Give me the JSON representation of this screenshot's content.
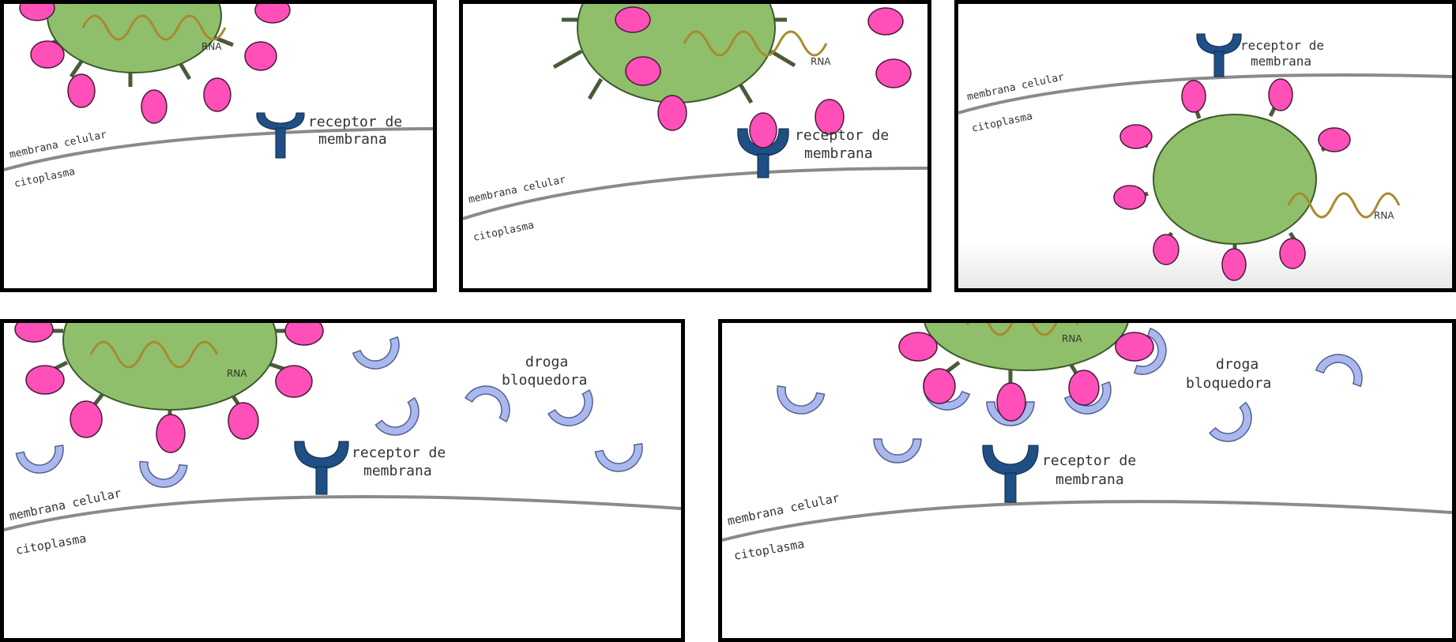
{
  "labels": {
    "receptor_line1": "receptor de",
    "receptor_line2": "membrana",
    "membrane": "membrana celular",
    "cytoplasm": "citoplasma",
    "rna": "RNA",
    "drug_line1": "droga",
    "drug_line2": "bloquedora"
  },
  "colors": {
    "virus_body": "#8fbf6a",
    "spike": "#ff4fb8",
    "receptor": "#1f4f84",
    "drug": "#a9b8ee",
    "rna": "#a88a30",
    "membrane": "#8a8a8a"
  },
  "panels": [
    {
      "id": "panel-1",
      "stage": "virus approaching receptor"
    },
    {
      "id": "panel-2",
      "stage": "virus binding receptor"
    },
    {
      "id": "panel-3",
      "stage": "virus inside cytoplasm releasing RNA"
    },
    {
      "id": "panel-4",
      "stage": "blocking drug present"
    },
    {
      "id": "panel-5",
      "stage": "drug blocks virus spikes"
    }
  ]
}
